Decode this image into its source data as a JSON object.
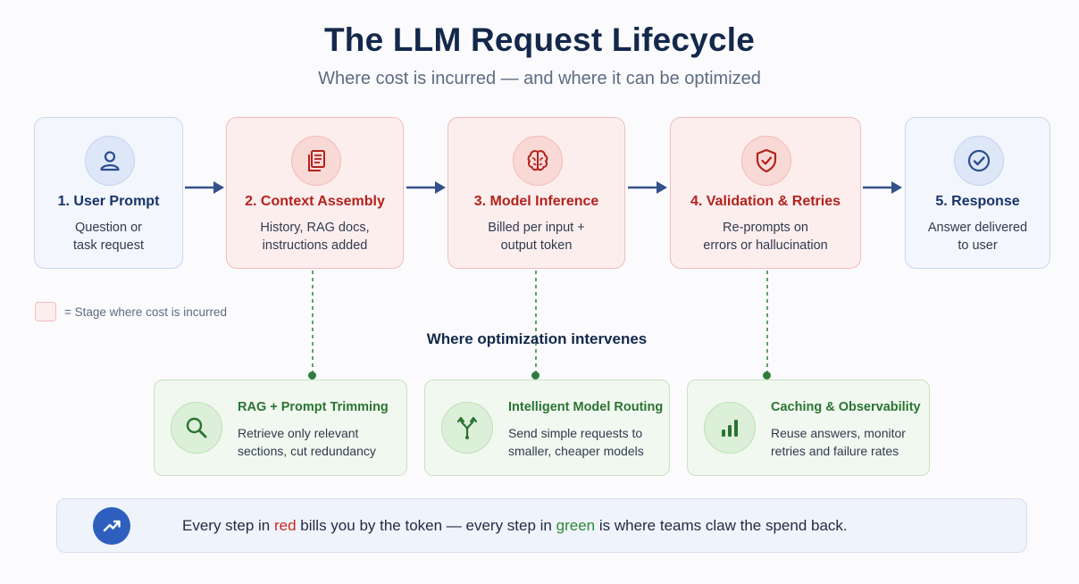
{
  "title": "The LLM Request Lifecycle",
  "subtitle": "Where cost is incurred — and where it can be optimized",
  "stages": [
    {
      "name": "1. User Prompt",
      "desc1": "Question or",
      "desc2": "task request",
      "cost": false,
      "icon": "user-icon"
    },
    {
      "name": "2. Context Assembly",
      "desc1": "History, RAG docs,",
      "desc2": "instructions added",
      "cost": true,
      "icon": "document-icon"
    },
    {
      "name": "3. Model Inference",
      "desc1": "Billed per input +",
      "desc2": "output token",
      "cost": true,
      "icon": "brain-icon"
    },
    {
      "name": "4. Validation & Retries",
      "desc1": "Re-prompts on",
      "desc2": "errors or hallucination",
      "cost": true,
      "icon": "shield-icon"
    },
    {
      "name": "5. Response",
      "desc1": "Answer delivered",
      "desc2": "to user",
      "cost": false,
      "icon": "check-icon"
    }
  ],
  "legend": {
    "text": "= Stage where cost is incurred"
  },
  "optimization": {
    "heading": "Where optimization intervenes",
    "items": [
      {
        "name": "RAG + Prompt Trimming",
        "desc1": "Retrieve only relevant",
        "desc2": "sections, cut redundancy",
        "icon": "search-icon"
      },
      {
        "name": "Intelligent Model Routing",
        "desc1": "Send simple requests to",
        "desc2": "smaller, cheaper models",
        "icon": "routing-icon"
      },
      {
        "name": "Caching & Observability",
        "desc1": "Reuse answers, monitor",
        "desc2": "retries and failure rates",
        "icon": "bar-chart-icon"
      }
    ]
  },
  "footer": {
    "part1": "Every step in ",
    "red_word": "red",
    "part2": " bills you by the token — every step in ",
    "green_word": "green",
    "part3": " is where teams claw the spend back.",
    "icon": "trend-up-icon"
  },
  "colors": {
    "cost_red": "#cc2a22",
    "optimize_green": "#2e8a3a",
    "neutral_blue": "#17336b"
  }
}
